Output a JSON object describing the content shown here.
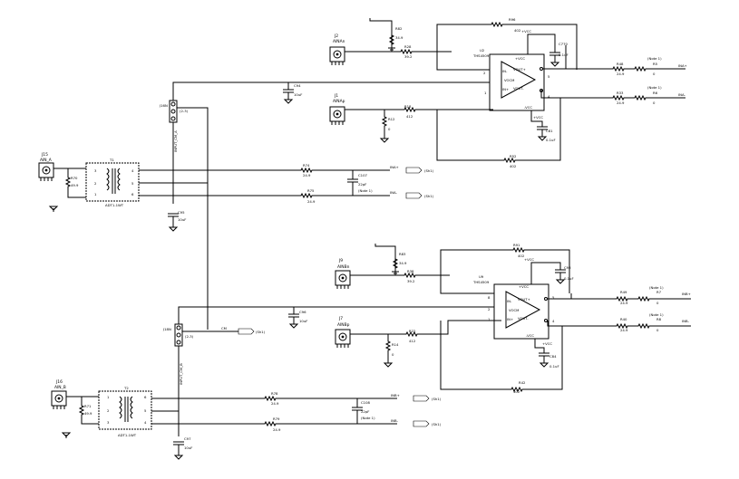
{
  "connectors": {
    "J15": {
      "ref": "J15",
      "name": "AIN_A"
    },
    "J16": {
      "ref": "J16",
      "name": "AIN_B"
    },
    "J2": {
      "ref": "J2",
      "name": "AINAn"
    },
    "J1": {
      "ref": "J1",
      "name": "AINAp"
    },
    "J9": {
      "ref": "J9",
      "name": "AINBn"
    },
    "J7": {
      "ref": "J7",
      "name": "AINBp"
    }
  },
  "transformers": {
    "T1": {
      "ref": "T1",
      "part": "ADT1-1WT"
    },
    "T2": {
      "ref": "T2",
      "part": "ADT1-1WT"
    }
  },
  "amps": {
    "U2": {
      "ref": "U2",
      "part": "THS4509",
      "pins": {
        "in_minus": "IN-",
        "in_plus": "IN+",
        "vocm": "VOCM",
        "vout_plus": "VOUT+",
        "vout_minus": "VOUT-",
        "vcc_a": "+VCC",
        "vcc_b": "+VCC",
        "gnd": "-VCC"
      }
    },
    "U9": {
      "ref": "U9",
      "part": "THS4509",
      "pins": {
        "in_minus": "IN-",
        "in_plus": "IN+",
        "vocm": "VOCM",
        "vout_plus": "VOUT+",
        "vout_minus": "VOUT-",
        "vcc_a": "+VCC",
        "vcc_b": "+VCC",
        "gnd": "-VCC"
      }
    }
  },
  "jumpers": {
    "J16n": {
      "ref": "J16N",
      "pins": "(2-3)",
      "label": "INPUT_CM_A"
    },
    "J18n": {
      "ref": "J18N",
      "pins": "(2-3)",
      "label": "INPUT_CM_B"
    }
  },
  "resistors": {
    "R82": {
      "ref": "R82",
      "val": "34.9"
    },
    "R28": {
      "ref": "R28",
      "val": "39.2"
    },
    "R96": {
      "ref": "R96",
      "val": "402"
    },
    "R12": {
      "ref": "R12",
      "val": "0"
    },
    "R18": {
      "ref": "R18",
      "val": "412"
    },
    "R52": {
      "ref": "R52",
      "val": "402"
    },
    "R70": {
      "ref": "R70",
      "val": "49.9"
    },
    "R74": {
      "ref": "R74",
      "val": "24.9"
    },
    "R75": {
      "ref": "R75",
      "val": "24.9"
    },
    "R48": {
      "ref": "R48",
      "val": "24.9"
    },
    "R5": {
      "ref": "R5",
      "val": "0"
    },
    "R33": {
      "ref": "R33",
      "val": "24.9"
    },
    "R6": {
      "ref": "R6",
      "val": "0"
    },
    "R83": {
      "ref": "R83",
      "val": "34.9"
    },
    "R38": {
      "ref": "R38",
      "val": "39.2"
    },
    "R91": {
      "ref": "R91",
      "val": "402"
    },
    "R14": {
      "ref": "R14",
      "val": "0"
    },
    "R22": {
      "ref": "R22",
      "val": "412"
    },
    "R42": {
      "ref": "R42",
      "val": "402"
    },
    "R71": {
      "ref": "R71",
      "val": "49.9"
    },
    "R78": {
      "ref": "R78",
      "val": "24.9"
    },
    "R79": {
      "ref": "R79",
      "val": "24.9"
    },
    "R49": {
      "ref": "R49",
      "val": "24.9"
    },
    "R7": {
      "ref": "R7",
      "val": "0"
    },
    "R40": {
      "ref": "R40",
      "val": "24.9"
    },
    "R8": {
      "ref": "R8",
      "val": "0"
    }
  },
  "caps": {
    "C770": {
      "ref": "C770",
      "val": "0.1uF"
    },
    "C94": {
      "ref": "C94",
      "val": "10uF"
    },
    "C81": {
      "ref": "C81",
      "val": "0.1uF"
    },
    "C107": {
      "ref": "C107",
      "val": "22pF"
    },
    "C99": {
      "ref": "C99",
      "val": "10uF"
    },
    "C93": {
      "ref": "C93",
      "val": "0.1uF"
    },
    "C96": {
      "ref": "C96",
      "val": "10uF"
    },
    "C84": {
      "ref": "C84",
      "val": "0.1uF"
    },
    "C108": {
      "ref": "C108",
      "val": "22pF"
    },
    "C97": {
      "ref": "C97",
      "val": "10uF"
    }
  },
  "nets": {
    "vcc": "+VCC",
    "ina_plus": "INA+",
    "ina_minus": "INA-",
    "inb_plus": "INB+",
    "inb_minus": "INB-",
    "cm": "CM"
  },
  "notes": {
    "note1": "(Note 1)",
    "sh1": "(Sh1)",
    "note1b": "(Note 1)"
  }
}
